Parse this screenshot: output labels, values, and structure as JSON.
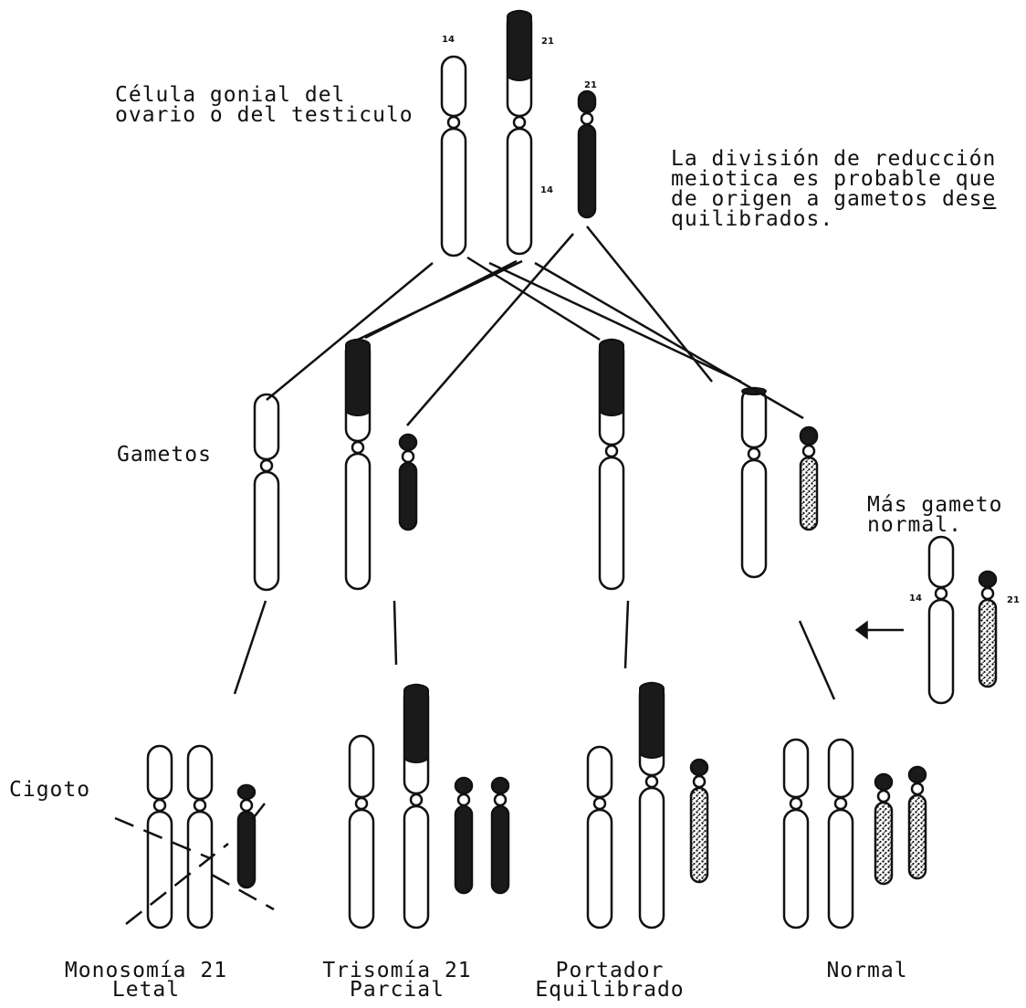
{
  "labels": {
    "celula_line1": "Célula gonial del",
    "celula_line2": "ovario o del testiculo",
    "division_line1": "La división de reducción",
    "division_line2": "meiotica es probable que",
    "division_line3_a": "de origen a gametos des",
    "division_line3_b": "e",
    "division_line4": "quilibrados.",
    "gametos": "Gametos",
    "mas_gameto_line1": "Más gameto",
    "mas_gameto_line2": "normal.",
    "cigoto": "Cigoto"
  },
  "chromosome_numbers": {
    "top_14": "14",
    "top_21": "21",
    "small_21": "21",
    "long_14": "14",
    "normal_14": "14",
    "normal_21": "21"
  },
  "outcomes": [
    {
      "line1": "Monosomía 21",
      "line2": "Letal"
    },
    {
      "line1": "Trisomía 21",
      "line2": "Parcial"
    },
    {
      "line1": "Portador",
      "line2": "Equilibrado"
    },
    {
      "line1": "Normal",
      "line2": ""
    }
  ],
  "colors": {
    "ink": "#111111",
    "dark_chromatin": "#1a1a1a",
    "paper": "#ffffff"
  }
}
